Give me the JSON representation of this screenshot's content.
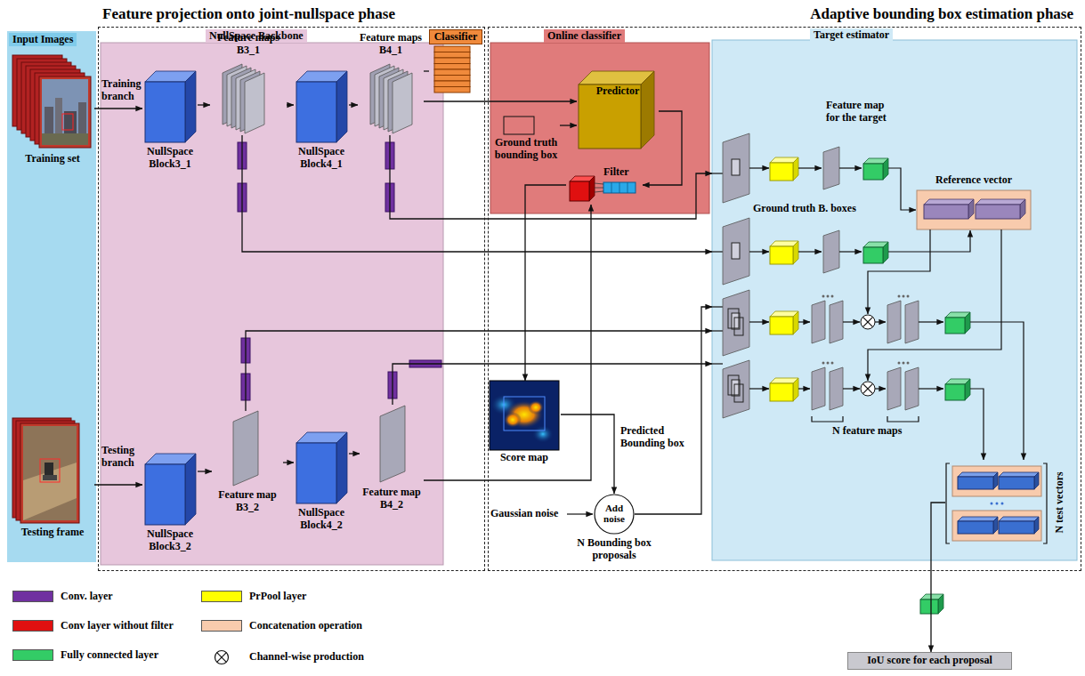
{
  "diagram": {
    "nodes": [
      {
        "text": [
          "Input Images"
        ]
      },
      {
        "text": [
          "Training set"
        ],
        "in": 0
      },
      {
        "text": [
          "Testing frame"
        ],
        "in": 0
      },
      {
        "text": [
          "Feature projection onto joint-nullspace phase"
        ]
      },
      {
        "text": [
          "NullSpace Backbone"
        ],
        "in": 3
      },
      {
        "text": [
          "Classifier"
        ],
        "in": 3
      },
      {
        "text": [
          "NullSpace Block3_1"
        ],
        "in": 4
      },
      {
        "text": [
          "Feature maps B3_1"
        ],
        "in": 4
      },
      {
        "text": [
          "NullSpace Block4_1"
        ],
        "in": 4
      },
      {
        "text": [
          "Feature maps B4_1"
        ],
        "in": 4
      },
      {
        "text": [
          "NullSpace Block3_2"
        ],
        "in": 4
      },
      {
        "text": [
          "Feature map B3_2"
        ],
        "in": 4
      },
      {
        "text": [
          "NullSpace Block4_2"
        ],
        "in": 4
      },
      {
        "text": [
          "Feature map B4_2"
        ],
        "in": 4
      },
      {
        "text": [
          "Adaptive bounding box estimation phase"
        ]
      },
      {
        "text": [
          "Online classifier"
        ],
        "in": 14
      },
      {
        "text": [
          "Predictor"
        ],
        "in": 15
      },
      {
        "text": [
          "Ground truth bounding box"
        ],
        "in": 15
      },
      {
        "text": [
          "Filter"
        ],
        "in": 15
      },
      {
        "text": [
          "Score map"
        ],
        "in": 14
      },
      {
        "text": [
          "Add noise"
        ],
        "in": 14
      },
      {
        "text": [
          "Target estimator"
        ],
        "in": 14
      },
      {
        "text": [
          "Reference vector"
        ],
        "in": 21
      },
      {
        "text": [
          "N test vectors"
        ],
        "in": 21
      },
      {
        "text": [
          "IoU score for each proposal"
        ]
      }
    ],
    "edges": [
      {
        "from": 1,
        "to": 6,
        "arrow": "to"
      },
      {
        "from": 2,
        "to": 10,
        "arrow": "to"
      },
      {
        "from": 6,
        "to": 7,
        "arrow": "to"
      },
      {
        "from": 7,
        "to": 8,
        "arrow": "to"
      },
      {
        "from": 8,
        "to": 9,
        "arrow": "to"
      },
      {
        "from": 9,
        "to": 5,
        "arrow": "none"
      },
      {
        "from": 9,
        "to": 16,
        "arrow": "to"
      },
      {
        "from": 7,
        "to": 21,
        "arrow": "to"
      },
      {
        "from": 9,
        "to": 21,
        "arrow": "to"
      },
      {
        "from": 10,
        "to": 11,
        "arrow": "to"
      },
      {
        "from": 11,
        "to": 12,
        "arrow": "to"
      },
      {
        "from": 12,
        "to": 13,
        "arrow": "to"
      },
      {
        "from": 11,
        "to": 21,
        "arrow": "to"
      },
      {
        "from": 13,
        "to": 21,
        "arrow": "to"
      },
      {
        "from": 13,
        "to": 18,
        "arrow": "to"
      },
      {
        "from": 17,
        "to": 16,
        "arrow": "to"
      },
      {
        "from": 16,
        "to": 18,
        "arrow": "to"
      },
      {
        "from": 18,
        "to": 19,
        "arrow": "to"
      },
      {
        "from": 19,
        "to": 20,
        "label": "Predicted Bounding box",
        "arrow": "to"
      },
      {
        "from": 20,
        "to": 21,
        "label": "N Bounding box proposals",
        "arrow": "to"
      },
      {
        "from": 23,
        "to": 24,
        "arrow": "to"
      }
    ],
    "labels": [
      "Training branch",
      "Testing branch",
      "Feature map for the target",
      "Ground truth B. boxes",
      "N feature maps",
      "Gaussian noise"
    ],
    "legend": [
      {
        "text": "Conv. layer",
        "color": "#7030a0"
      },
      {
        "text": "PrPool layer",
        "color": "#ffff00"
      },
      {
        "text": "Conv layer without filter",
        "color": "#e01010"
      },
      {
        "text": "Concatenation operation",
        "color": "#f8cbad"
      },
      {
        "text": "Fully connected layer",
        "color": "#33cc66"
      },
      {
        "text": "Channel-wise production"
      }
    ]
  }
}
